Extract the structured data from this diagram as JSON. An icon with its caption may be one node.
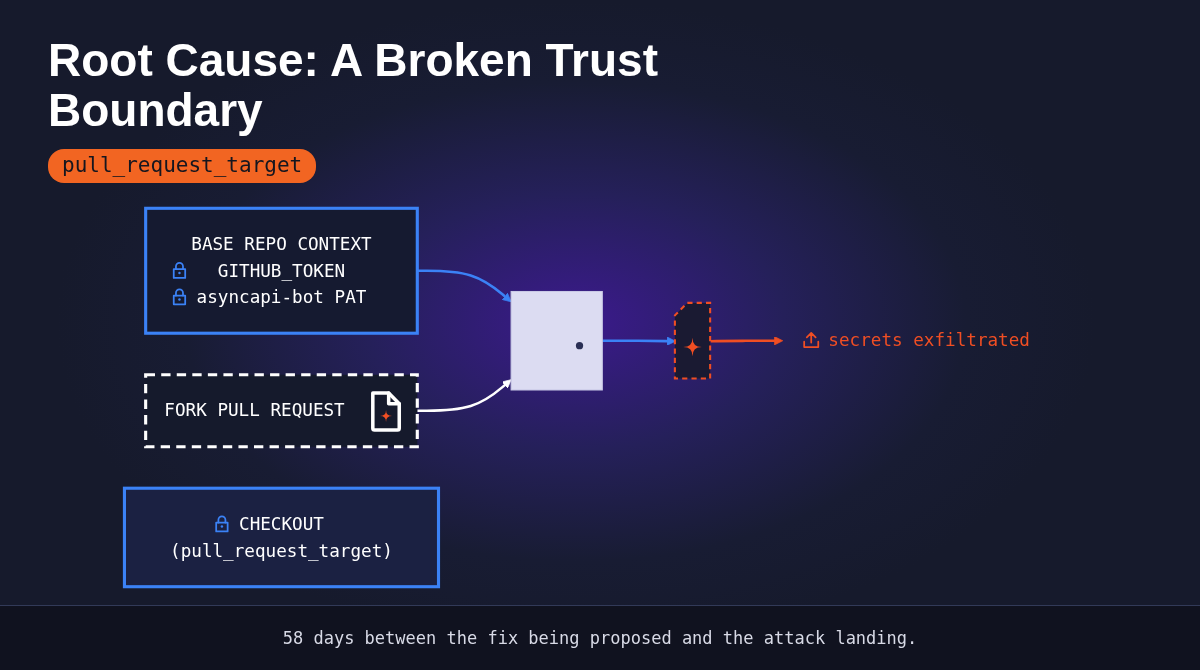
{
  "diagram": {
    "title": "Root Cause: A Broken Trust Boundary",
    "caption": "58 days between the fix being proposed and the attack landing.",
    "nodes": [
      {
        "text": [
          "BASE REPO CONTEXT",
          "GITHUB_TOKEN",
          "asyncapi-bot PAT"
        ]
      },
      {
        "text": [
          "FORK PULL REQUEST"
        ]
      },
      {
        "text": [],
        "shape": "door"
      },
      {
        "text": [
          "CHECKOUT",
          "(pull_request_target)"
        ]
      },
      {
        "text": [],
        "shape": "document"
      },
      {
        "text": [
          "secrets exfiltrated"
        ]
      }
    ],
    "edges": [
      {
        "from": 0,
        "to": 2,
        "arrow": "to"
      },
      {
        "from": 1,
        "to": 2,
        "arrow": "to",
        "color": "#ffffff"
      },
      {
        "from": 2,
        "to": 4,
        "arrow": "to"
      },
      {
        "from": 4,
        "to": 5,
        "arrow": "to",
        "color": "#f04e23"
      }
    ],
    "labels": [
      "pull_request_target"
    ]
  }
}
